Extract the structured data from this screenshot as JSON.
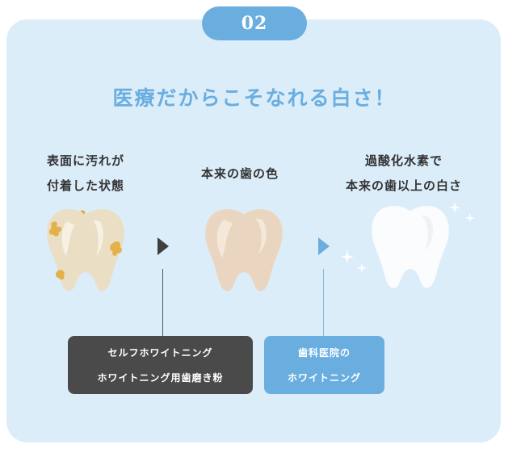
{
  "step_number": "02",
  "headline": "医療だからこそなれる白さ！",
  "stages": [
    {
      "label_lines": [
        "表面に汚れが",
        "付着した状態"
      ],
      "tooth_state": "stained"
    },
    {
      "label_lines": [
        "本来の歯の色"
      ],
      "tooth_state": "natural"
    },
    {
      "label_lines": [
        "過酸化水素で",
        "本来の歯以上の白さ"
      ],
      "tooth_state": "whitened"
    }
  ],
  "methods": [
    {
      "lines": [
        "セルフホワイトニング",
        "ホワイトニング用歯磨き粉"
      ],
      "color": "#4a4a4a"
    },
    {
      "lines": [
        "歯科医院の",
        "ホワイトニング"
      ],
      "color": "#6aaee0"
    }
  ],
  "colors": {
    "accent": "#6aaee0",
    "card_background": "#dcedfa",
    "dark": "#4a4a4a"
  },
  "icons": {
    "arrow_1": "triangle-right-icon",
    "arrow_2": "triangle-right-icon",
    "sparkle": "sparkle-icon"
  }
}
